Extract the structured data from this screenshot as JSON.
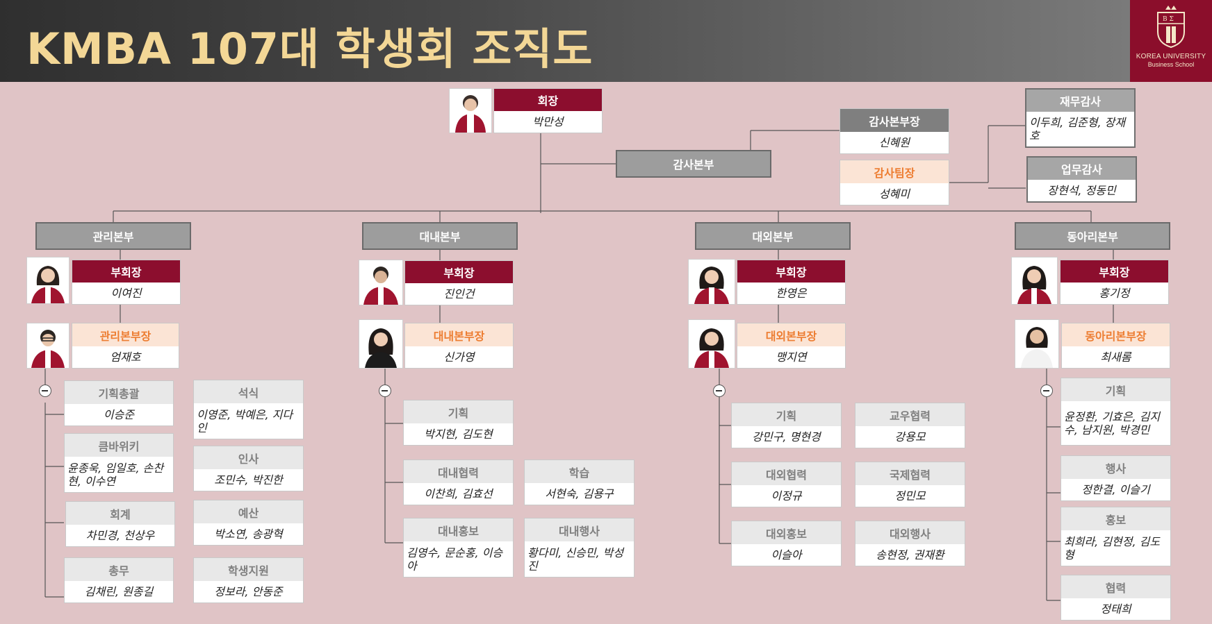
{
  "title": "KMBA 107대 학생회 조직도",
  "logo": {
    "line1": "KOREA UNIVERSITY",
    "line2": "Business School",
    "crest_letters": "B Σ"
  },
  "president": {
    "role": "회장",
    "name": "박만성"
  },
  "audit": {
    "division": "감사본부",
    "head_role": "감사본부장",
    "head_name": "신혜원",
    "lead_role": "감사팀장",
    "lead_name": "성혜미",
    "finance_role": "재무감사",
    "finance_names": "이두희, 김준형, 장재호",
    "work_role": "업무감사",
    "work_names": "장현석, 정동민"
  },
  "divisions": [
    {
      "name": "관리본부",
      "vp_role": "부회장",
      "vp_name": "이여진",
      "head_role": "관리본부장",
      "head_name": "엄재호",
      "teams": [
        {
          "role": "기획총괄",
          "names": "이승준"
        },
        {
          "role": "큼바위키",
          "names": "윤종욱, 임일호, 손찬현, 이수연"
        },
        {
          "role": "회계",
          "names": "차민경, 천상우"
        },
        {
          "role": "총무",
          "names": "김채린, 원종길"
        },
        {
          "role": "석식",
          "names": "이영준, 박예은, 지다인"
        },
        {
          "role": "인사",
          "names": "조민수, 박진한"
        },
        {
          "role": "예산",
          "names": "박소연, 송광혁"
        },
        {
          "role": "학생지원",
          "names": "정보라, 안동준"
        }
      ]
    },
    {
      "name": "대내본부",
      "vp_role": "부회장",
      "vp_name": "진인건",
      "head_role": "대내본부장",
      "head_name": "신가영",
      "teams": [
        {
          "role": "기획",
          "names": "박지현, 김도현"
        },
        {
          "role": "대내협력",
          "names": "이찬희, 김효선"
        },
        {
          "role": "대내홍보",
          "names": "김영수, 문순홍, 이승아"
        },
        {
          "role": "학습",
          "names": "서현숙, 김용구"
        },
        {
          "role": "대내행사",
          "names": "황다미, 신승민, 박성진"
        }
      ]
    },
    {
      "name": "대외본부",
      "vp_role": "부회장",
      "vp_name": "한영은",
      "head_role": "대외본부장",
      "head_name": "맹지연",
      "teams": [
        {
          "role": "기획",
          "names": "강민구, 명현경"
        },
        {
          "role": "대외협력",
          "names": "이정규"
        },
        {
          "role": "대외홍보",
          "names": "이슬아"
        },
        {
          "role": "교우협력",
          "names": "강용모"
        },
        {
          "role": "국제협력",
          "names": "정민모"
        },
        {
          "role": "대외행사",
          "names": "송현정, 권재환"
        }
      ]
    },
    {
      "name": "동아리본부",
      "vp_role": "부회장",
      "vp_name": "홍기정",
      "head_role": "동아리본부장",
      "head_name": "최새롬",
      "teams": [
        {
          "role": "기획",
          "names": "윤정환, 기효은, 김지수, 남지원, 박경민"
        },
        {
          "role": "행사",
          "names": "정한결, 이슬기"
        },
        {
          "role": "홍보",
          "names": "최희라, 김현정, 김도형"
        },
        {
          "role": "협력",
          "names": "정태희"
        }
      ]
    }
  ]
}
